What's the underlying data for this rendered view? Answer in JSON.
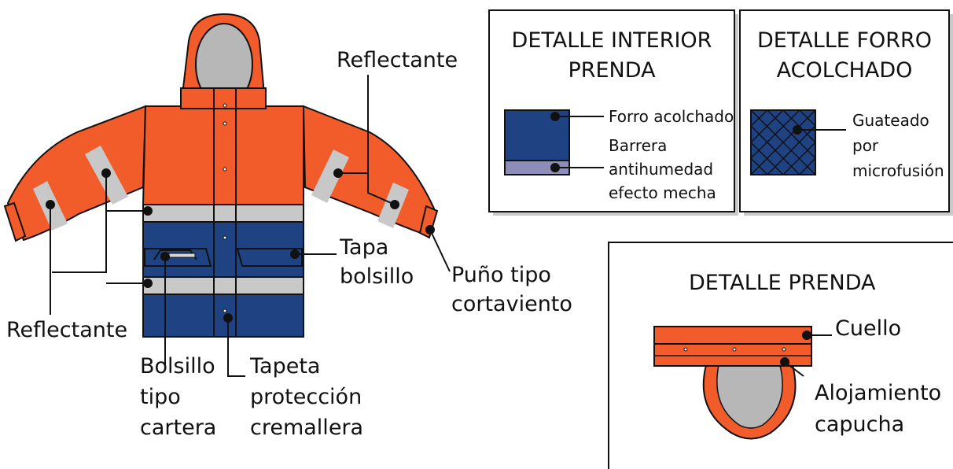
{
  "colors": {
    "orange": "#f25c2b",
    "navy": "#1f4283",
    "reflective": "#c8c8c8",
    "hood_inner": "#b7b7b7",
    "moisture_barrier": "#8e8cb8"
  },
  "jacket_labels": {
    "reflectante_top": "Reflectante",
    "reflectante_left": "Reflectante",
    "tapa_bolsillo": [
      "Tapa",
      "bolsillo"
    ],
    "puno": [
      "Puño tipo",
      "cortaviento"
    ],
    "bolsillo": [
      "Bolsillo",
      "tipo",
      "cartera"
    ],
    "tapeta": [
      "Tapeta",
      "protección",
      "cremallera"
    ]
  },
  "detalle_interior": {
    "title": [
      "DETALLE INTERIOR",
      "PRENDA"
    ],
    "forro": "Forro acolchado",
    "barrera": [
      "Barrera",
      "antihumedad",
      "efecto mecha"
    ]
  },
  "detalle_forro": {
    "title": [
      "DETALLE FORRO",
      "ACOLCHADO"
    ],
    "guateado": [
      "Guateado",
      "por",
      "microfusión"
    ]
  },
  "detalle_prenda": {
    "title": "DETALLE PRENDA",
    "cuello": "Cuello",
    "alojamiento": [
      "Alojamiento",
      "capucha"
    ]
  }
}
